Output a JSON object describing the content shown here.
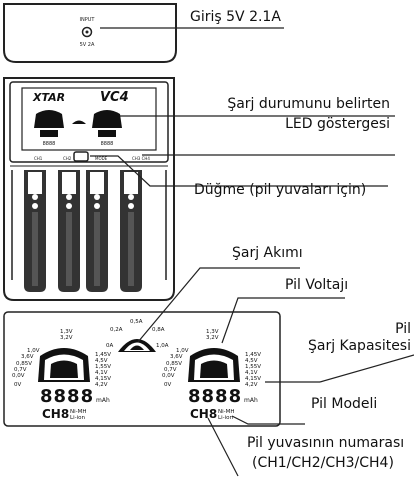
{
  "labels": {
    "input": "Giriş 5V 2.1A",
    "led_line1": "Şarj durumunu belirten",
    "led_line2": "LED göstergesi",
    "button": "Düğme (pil yuvaları için)",
    "charge_current": "Şarj Akımı",
    "battery_voltage": "Pil Voltajı",
    "capacity_line1": "Pil",
    "capacity_line2": "Şarj Kapasitesi",
    "battery_model": "Pil Modeli",
    "slot_line1": "Pil yuvasının numarası",
    "slot_line2": "(CH1/CH2/CH3/CH4)"
  },
  "device": {
    "brand": "XTAR",
    "model": "VC4",
    "port_label_1": "INPUT",
    "port_label_2": "5V 2A",
    "led_labels": [
      "CH1",
      "CH2",
      "MODE",
      "CH3 CH4"
    ]
  },
  "display": {
    "current_ticks": [
      "0,5A",
      "0,2A",
      "0,8A",
      "0A",
      "1,0A"
    ],
    "voltage_ticks_left": [
      "1,3V",
      "3,2V",
      "1,0V",
      "3,6V",
      "0,85V",
      "0,7V",
      "0,0V",
      "0V"
    ],
    "voltage_ticks_right": [
      "1,45V",
      "4,5V",
      "1,55V",
      "4,1V",
      "4,15V",
      "4,2V"
    ],
    "digits": "8888",
    "unit": "mAh",
    "channel": "CH8",
    "chemistry_1": "Ni-MH",
    "chemistry_2": "Li-ion"
  }
}
